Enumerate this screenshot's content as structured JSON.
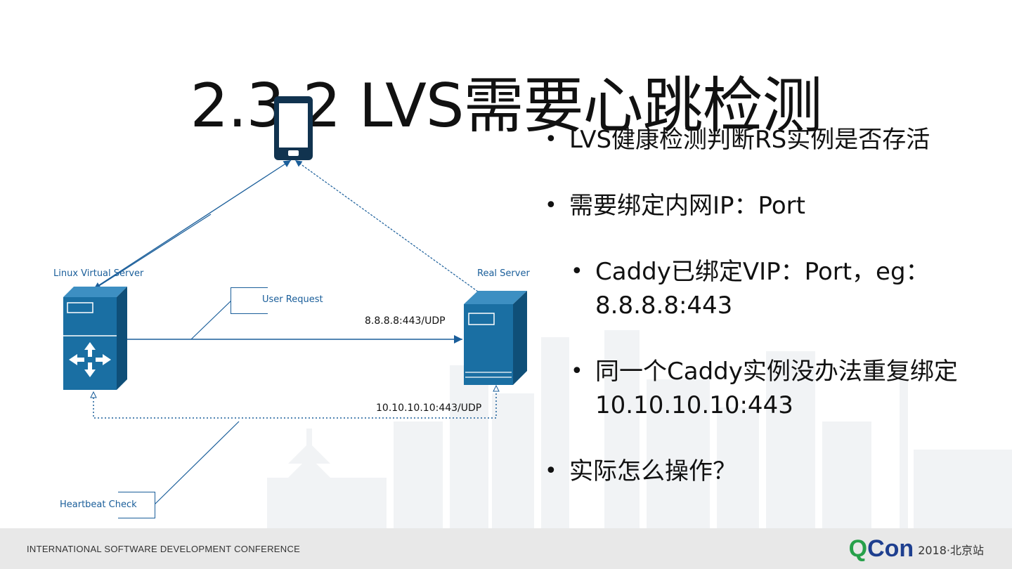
{
  "slide": {
    "title": "2.3.2 LVS需要心跳检测"
  },
  "diagram": {
    "lvs_label": "Linux Virtual Server",
    "rs_label": "Real Server",
    "user_request_label": "User Request",
    "heartbeat_label": "Heartbeat Check",
    "public_addr": "8.8.8.8:443/UDP",
    "private_addr": "10.10.10.10:443/UDP",
    "colors": {
      "server": "#1a6fa3",
      "line": "#1a5e9a"
    }
  },
  "bullets": [
    {
      "level": 1,
      "text": "LVS健康检测判断RS实例是否存活"
    },
    {
      "level": 1,
      "text": "需要绑定内网IP：Port"
    },
    {
      "level": 2,
      "text": "Caddy已绑定VIP：Port，eg：8.8.8.8:443"
    },
    {
      "level": 2,
      "text": "同一个Caddy实例没办法重复绑定10.10.10.10:443"
    },
    {
      "level": 1,
      "text": "实际怎么操作？"
    }
  ],
  "footer": {
    "conference": "INTERNATIONAL SOFTWARE DEVELOPMENT CONFERENCE",
    "logo_q": "Q",
    "logo_con": "Con",
    "logo_year": "2018·北京站"
  }
}
